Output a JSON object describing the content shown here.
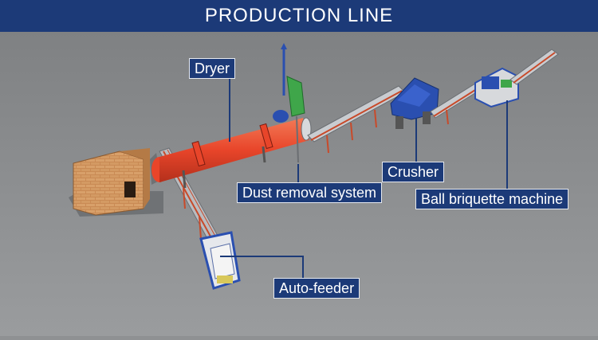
{
  "header": {
    "title": "PRODUCTION LINE"
  },
  "labels": {
    "dryer": "Dryer",
    "dust_removal": "Dust removal system",
    "crusher": "Crusher",
    "ball_briquette": "Ball  briquette  machine",
    "auto_feeder": "Auto-feeder"
  },
  "colors": {
    "header_bg": "#1c3a78",
    "label_bg": "#1c3a78",
    "background": "#8f9193",
    "dryer_drum": "#e8452a",
    "conveyor_frame": "#c84a2a",
    "machine_blue": "#2a4fb0",
    "dust_collector": "#3fa64a",
    "furnace_brick": "#c98a54"
  }
}
